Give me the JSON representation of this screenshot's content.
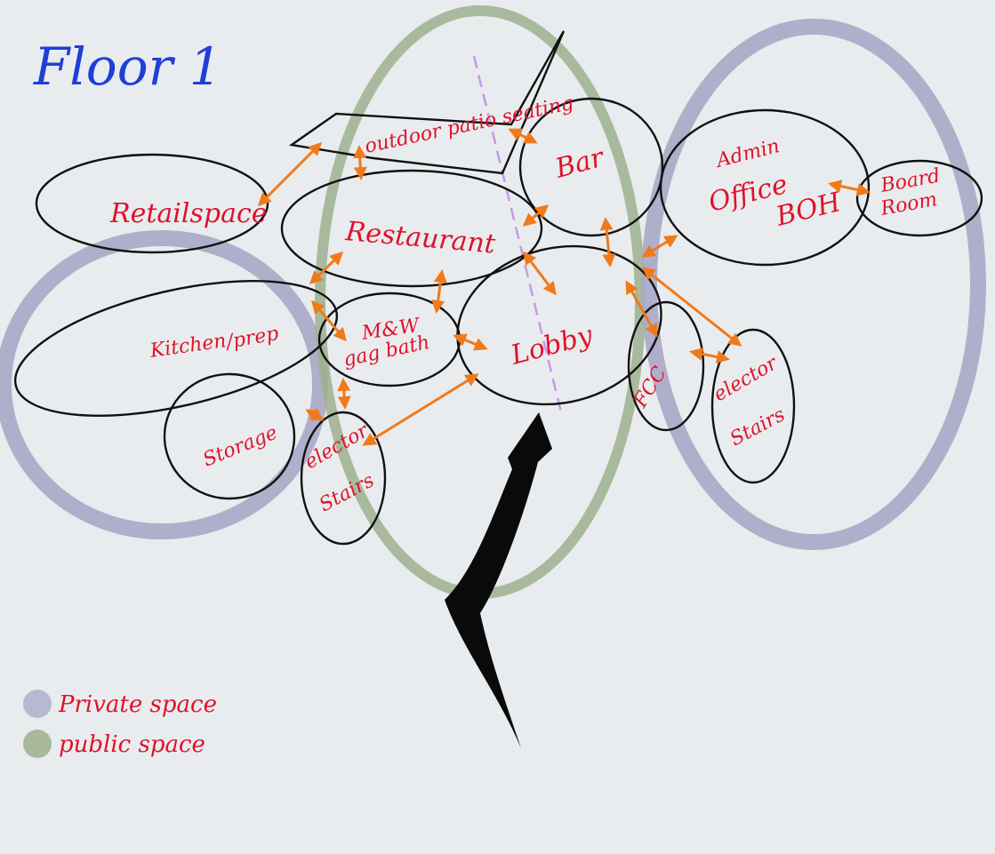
{
  "title": "Floor 1",
  "rooms": {
    "retail": "Retailspace",
    "patio": "outdoor patio seating",
    "restaurant": "Restaurant",
    "bar": "Bar",
    "kitchen_a": "Kitchen",
    "kitchen_b": "/prep",
    "bath_a": "M&W",
    "bath_b": "gag bath",
    "lobby": "Lobby",
    "storage": "Storage",
    "elev_stairs_left_a": "elector",
    "elev_stairs_left_b": "Stairs",
    "admin_a": "Admin",
    "admin_b": "Office",
    "admin_c": "BOH",
    "board_a": "Board",
    "board_b": "Room",
    "fcc": "FCC",
    "elev_stairs_right_a": "elector",
    "elev_stairs_right_b": "Stairs"
  },
  "legend": {
    "private": "Private space",
    "public": "public space"
  },
  "colors": {
    "private_zone": "#a9a8c6",
    "public_zone": "#9db08e",
    "room_text": "#e0122a",
    "title_text": "#1f3fd6",
    "connection": "#f07a1a",
    "axis_line": "#c59ae6"
  },
  "icons": {
    "entry": "entry-arrow-icon",
    "connection": "double-arrow-icon"
  }
}
